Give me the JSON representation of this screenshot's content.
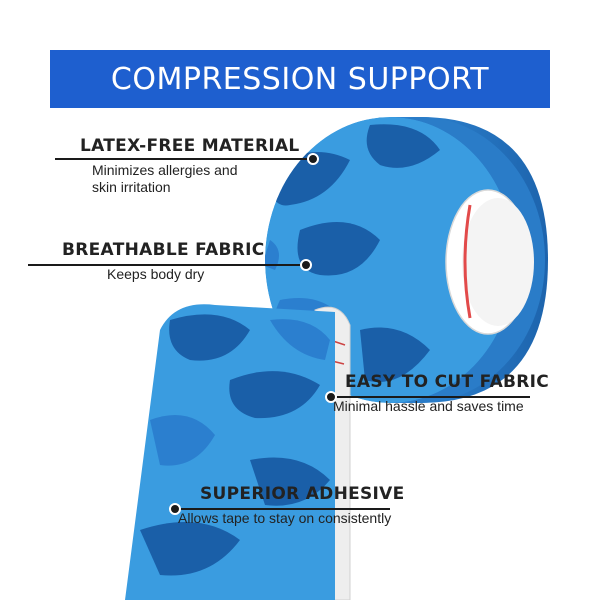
{
  "banner": {
    "title": "COMPRESSION SUPPORT"
  },
  "features": [
    {
      "title": "LATEX-FREE MATERIAL",
      "desc_lines": [
        "Minimizes allergies and",
        "skin irritation"
      ]
    },
    {
      "title": "BREATHABLE FABRIC",
      "desc_lines": [
        "Keeps body dry"
      ]
    },
    {
      "title": "EASY TO CUT FABRIC",
      "desc_lines": [
        "Minimal hassle and saves time"
      ]
    },
    {
      "title": "SUPERIOR ADHESIVE",
      "desc_lines": [
        "Allows tape to stay on consistently"
      ]
    }
  ],
  "colors": {
    "banner": "#1e5fcf",
    "tape_light": "#3a9ce0",
    "tape_dark": "#1a5fa8",
    "tape_mid": "#2b7fcf",
    "text": "#222222"
  }
}
